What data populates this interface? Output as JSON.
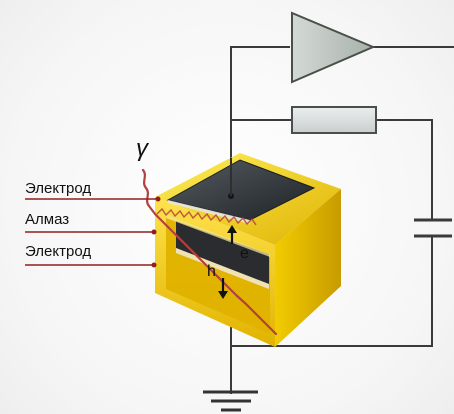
{
  "labels": {
    "gamma": "γ",
    "electrode_top": "Электрод",
    "diamond": "Алмаз",
    "electrode_bottom": "Электрод",
    "electron": "e",
    "hole": "h"
  },
  "colors": {
    "background": "#f7f7f7",
    "wire": "#3a3a3a",
    "diamond_yellow": "#f1d000",
    "diamond_shadow": "#d7ad00",
    "electrode_dark": "#2f3338",
    "resistor_fill": "#d9dddd",
    "amplifier_fill": "#b7c0ba",
    "gamma_path": "#b2413e",
    "leader_line": "#8f1f1f"
  }
}
